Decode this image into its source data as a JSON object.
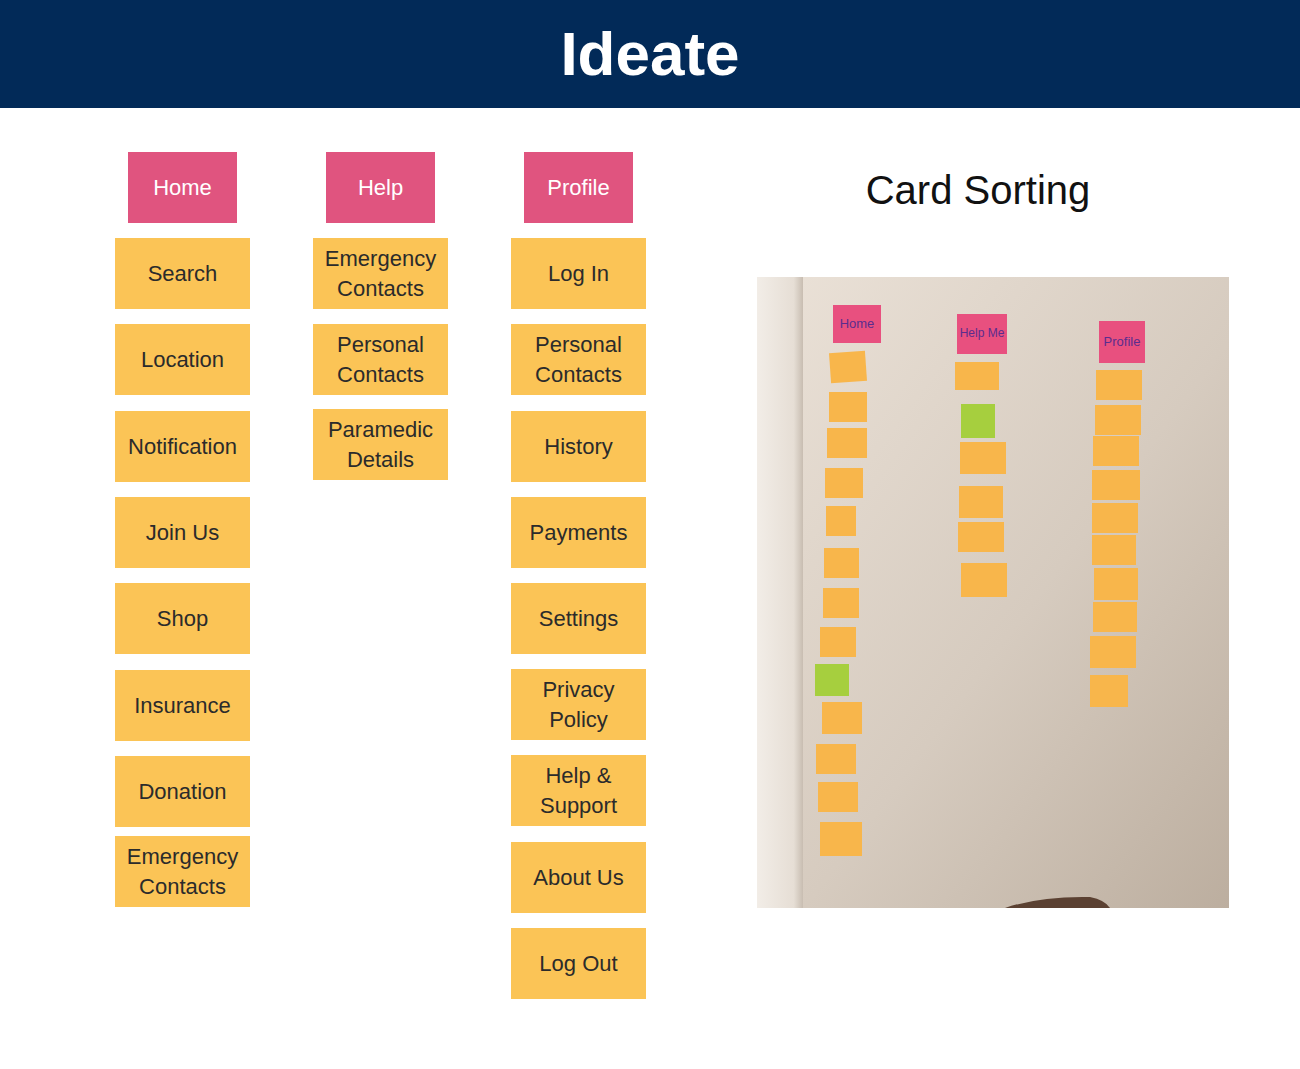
{
  "diagram": {
    "title": "Ideate",
    "nodes": [
      {
        "text": [
          "Home"
        ]
      },
      {
        "text": [
          "Search"
        ]
      },
      {
        "text": [
          "Location"
        ]
      },
      {
        "text": [
          "Notification"
        ]
      },
      {
        "text": [
          "Join Us"
        ]
      },
      {
        "text": [
          "Shop"
        ]
      },
      {
        "text": [
          "Insurance"
        ]
      },
      {
        "text": [
          "Donation"
        ]
      },
      {
        "text": [
          "Emergency Contacts"
        ]
      },
      {
        "text": [
          "Help"
        ]
      },
      {
        "text": [
          "Emergency Contacts"
        ]
      },
      {
        "text": [
          "Personal Contacts"
        ]
      },
      {
        "text": [
          "Paramedic Details"
        ]
      },
      {
        "text": [
          "Profile"
        ]
      },
      {
        "text": [
          "Log In"
        ]
      },
      {
        "text": [
          "Personal Contacts"
        ]
      },
      {
        "text": [
          "History"
        ]
      },
      {
        "text": [
          "Payments"
        ]
      },
      {
        "text": [
          "Settings"
        ]
      },
      {
        "text": [
          "Privacy Policy"
        ]
      },
      {
        "text": [
          "Help & Support"
        ]
      },
      {
        "text": [
          "About Us"
        ]
      },
      {
        "text": [
          "Log Out"
        ]
      }
    ],
    "labels": [
      "Card Sorting",
      "Home",
      "Help Me",
      "Profile"
    ]
  }
}
